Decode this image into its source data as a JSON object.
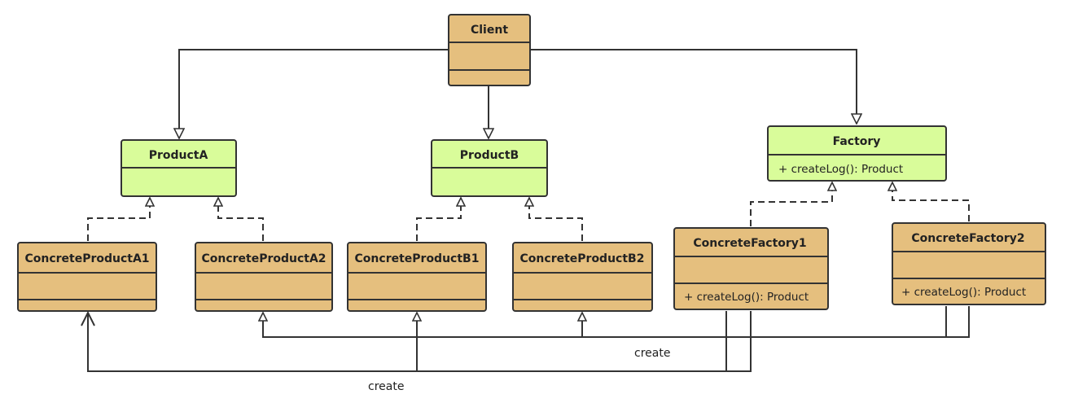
{
  "diagram": {
    "colors": {
      "concrete_fill": "#E5BF7E",
      "abstract_fill": "#D9FC9A",
      "stroke": "#333333"
    },
    "classes": [
      {
        "id": "client",
        "name": "Client",
        "member": "",
        "kind": "concrete"
      },
      {
        "id": "product_a",
        "name": "ProductA",
        "member": "",
        "kind": "abstract"
      },
      {
        "id": "product_b",
        "name": "ProductB",
        "member": "",
        "kind": "abstract"
      },
      {
        "id": "factory",
        "name": "Factory",
        "member": "+ createLog(): Product",
        "kind": "abstract"
      },
      {
        "id": "concrete_product_a1",
        "name": "ConcreteProductA1",
        "member": "",
        "kind": "concrete"
      },
      {
        "id": "concrete_product_a2",
        "name": "ConcreteProductA2",
        "member": "",
        "kind": "concrete"
      },
      {
        "id": "concrete_product_b1",
        "name": "ConcreteProductB1",
        "member": "",
        "kind": "concrete"
      },
      {
        "id": "concrete_product_b2",
        "name": "ConcreteProductB2",
        "member": "",
        "kind": "concrete"
      },
      {
        "id": "concrete_factory1",
        "name": "ConcreteFactory1",
        "member": "+ createLog(): Product",
        "kind": "concrete"
      },
      {
        "id": "concrete_factory2",
        "name": "ConcreteFactory2",
        "member": "+ createLog(): Product",
        "kind": "concrete"
      }
    ],
    "relations": [
      {
        "from": "client",
        "to": "product_a",
        "type": "association"
      },
      {
        "from": "client",
        "to": "product_b",
        "type": "association"
      },
      {
        "from": "client",
        "to": "factory",
        "type": "association"
      },
      {
        "from": "concrete_product_a1",
        "to": "product_a",
        "type": "realization"
      },
      {
        "from": "concrete_product_a2",
        "to": "product_a",
        "type": "realization"
      },
      {
        "from": "concrete_product_b1",
        "to": "product_b",
        "type": "realization"
      },
      {
        "from": "concrete_product_b2",
        "to": "product_b",
        "type": "realization"
      },
      {
        "from": "concrete_factory1",
        "to": "factory",
        "type": "realization"
      },
      {
        "from": "concrete_factory2",
        "to": "factory",
        "type": "realization"
      },
      {
        "from": "concrete_factory1",
        "to": "concrete_product_a1",
        "type": "dependency"
      },
      {
        "from": "concrete_factory1",
        "to": "concrete_product_b1",
        "type": "dependency"
      },
      {
        "from": "concrete_factory2",
        "to": "concrete_product_a2",
        "type": "dependency"
      },
      {
        "from": "concrete_factory2",
        "to": "concrete_product_b2",
        "type": "dependency"
      }
    ],
    "edge_labels": {
      "create_upper": "create",
      "create_lower": "create"
    }
  }
}
